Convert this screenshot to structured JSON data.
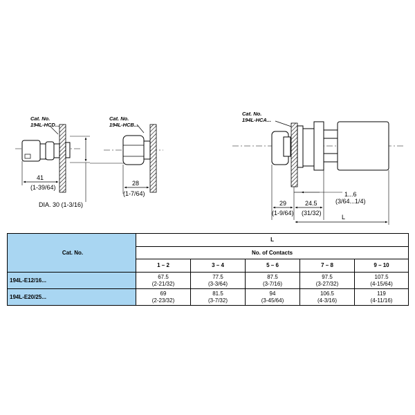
{
  "drawing": {
    "left": {
      "cat_label": "Cat. No.",
      "cat_no": "194L-HCD...",
      "dim_41": "41",
      "dim_41_in": "(1-39/64)",
      "dia": "DIA. 30 (1-3/16)"
    },
    "middle": {
      "cat_label": "Cat. No.",
      "cat_no": "194L-HCB...",
      "dim_28": "28",
      "dim_28_in": "(1-7/64)"
    },
    "right": {
      "cat_label": "Cat. No.",
      "cat_no": "194L-HCA...",
      "dim_1_6": "1...6",
      "dim_1_6_in": "(3/64...1/4)",
      "dim_29": "29",
      "dim_29_in": "(1-9/64)",
      "dim_24_5": "24.5",
      "dim_24_5_in": "(31/32)",
      "dim_L": "L"
    }
  },
  "table": {
    "header_L": "L",
    "header_contacts": "No. of Contacts",
    "header_cat": "Cat. No.",
    "columns": [
      "1 – 2",
      "3 – 4",
      "5 – 6",
      "7 – 8",
      "9 – 10"
    ],
    "rows": [
      {
        "cat": "194L-E12/16...",
        "cells": [
          {
            "mm": "67.5",
            "inch": "(2-21/32)"
          },
          {
            "mm": "77.5",
            "inch": "(3-3/64)"
          },
          {
            "mm": "87.5",
            "inch": "(3-7/16)"
          },
          {
            "mm": "97.5",
            "inch": "(3-27/32)"
          },
          {
            "mm": "107.5",
            "inch": "(4-15/64)"
          }
        ]
      },
      {
        "cat": "194L-E20/25...",
        "cells": [
          {
            "mm": "69",
            "inch": "(2-23/32)"
          },
          {
            "mm": "81.5",
            "inch": "(3-7/32)"
          },
          {
            "mm": "94",
            "inch": "(3-45/64)"
          },
          {
            "mm": "106.5",
            "inch": "(4-3/16)"
          },
          {
            "mm": "119",
            "inch": "(4-11/16)"
          }
        ]
      }
    ]
  },
  "colors": {
    "header_fill": "#a9d6f2",
    "line": "#000000"
  }
}
